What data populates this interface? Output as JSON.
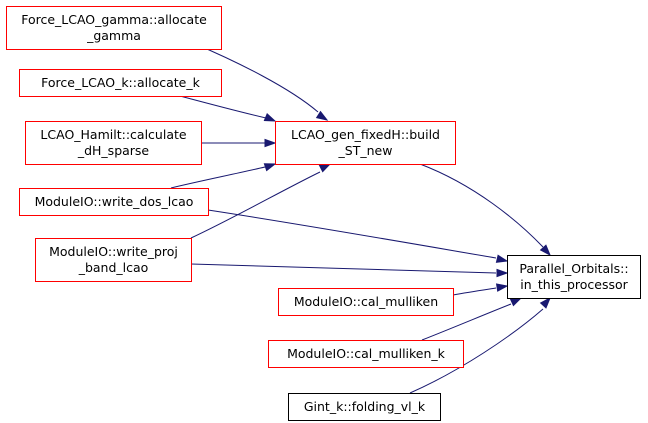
{
  "colors": {
    "edge": "#191970",
    "node_border_red": "#ff0000",
    "node_border_black": "#000000",
    "target_fill": "#bfbfbf"
  },
  "nodes": [
    {
      "id": "force_gamma",
      "lines": [
        "Force_LCAO_gamma::allocate",
        "_gamma"
      ],
      "border": "red",
      "name": "node-force-lcao-gamma-allocate-gamma"
    },
    {
      "id": "force_k",
      "lines": [
        "Force_LCAO_k::allocate_k"
      ],
      "border": "red",
      "name": "node-force-lcao-k-allocate-k"
    },
    {
      "id": "hamilt",
      "lines": [
        "LCAO_Hamilt::calculate",
        "_dH_sparse"
      ],
      "border": "red",
      "name": "node-lcao-hamilt-calculate-dh-sparse"
    },
    {
      "id": "build_st",
      "lines": [
        "LCAO_gen_fixedH::build",
        "_ST_new"
      ],
      "border": "red",
      "name": "node-lcao-gen-fixedh-build-st-new"
    },
    {
      "id": "write_dos",
      "lines": [
        "ModuleIO::write_dos_lcao"
      ],
      "border": "red",
      "name": "node-moduleio-write-dos-lcao"
    },
    {
      "id": "write_proj",
      "lines": [
        "ModuleIO::write_proj",
        "_band_lcao"
      ],
      "border": "red",
      "name": "node-moduleio-write-proj-band-lcao"
    },
    {
      "id": "target",
      "lines": [
        "Parallel_Orbitals::",
        "in_this_processor"
      ],
      "border": "black",
      "name": "node-parallel-orbitals-in-this-processor",
      "highlight": true
    },
    {
      "id": "mulliken",
      "lines": [
        "ModuleIO::cal_mulliken"
      ],
      "border": "red",
      "name": "node-moduleio-cal-mulliken"
    },
    {
      "id": "mulliken_k",
      "lines": [
        "ModuleIO::cal_mulliken_k"
      ],
      "border": "red",
      "name": "node-moduleio-cal-mulliken-k"
    },
    {
      "id": "gint",
      "lines": [
        "Gint_k::folding_vl_k"
      ],
      "border": "black",
      "name": "node-gint-k-folding-vl-k"
    }
  ],
  "edges": [
    {
      "from": "force_gamma",
      "to": "build_st"
    },
    {
      "from": "force_k",
      "to": "build_st"
    },
    {
      "from": "hamilt",
      "to": "build_st"
    },
    {
      "from": "write_dos",
      "to": "build_st"
    },
    {
      "from": "write_proj",
      "to": "build_st"
    },
    {
      "from": "build_st",
      "to": "target"
    },
    {
      "from": "write_dos",
      "to": "target"
    },
    {
      "from": "write_proj",
      "to": "target"
    },
    {
      "from": "mulliken",
      "to": "target"
    },
    {
      "from": "mulliken_k",
      "to": "target"
    },
    {
      "from": "gint",
      "to": "target"
    }
  ]
}
